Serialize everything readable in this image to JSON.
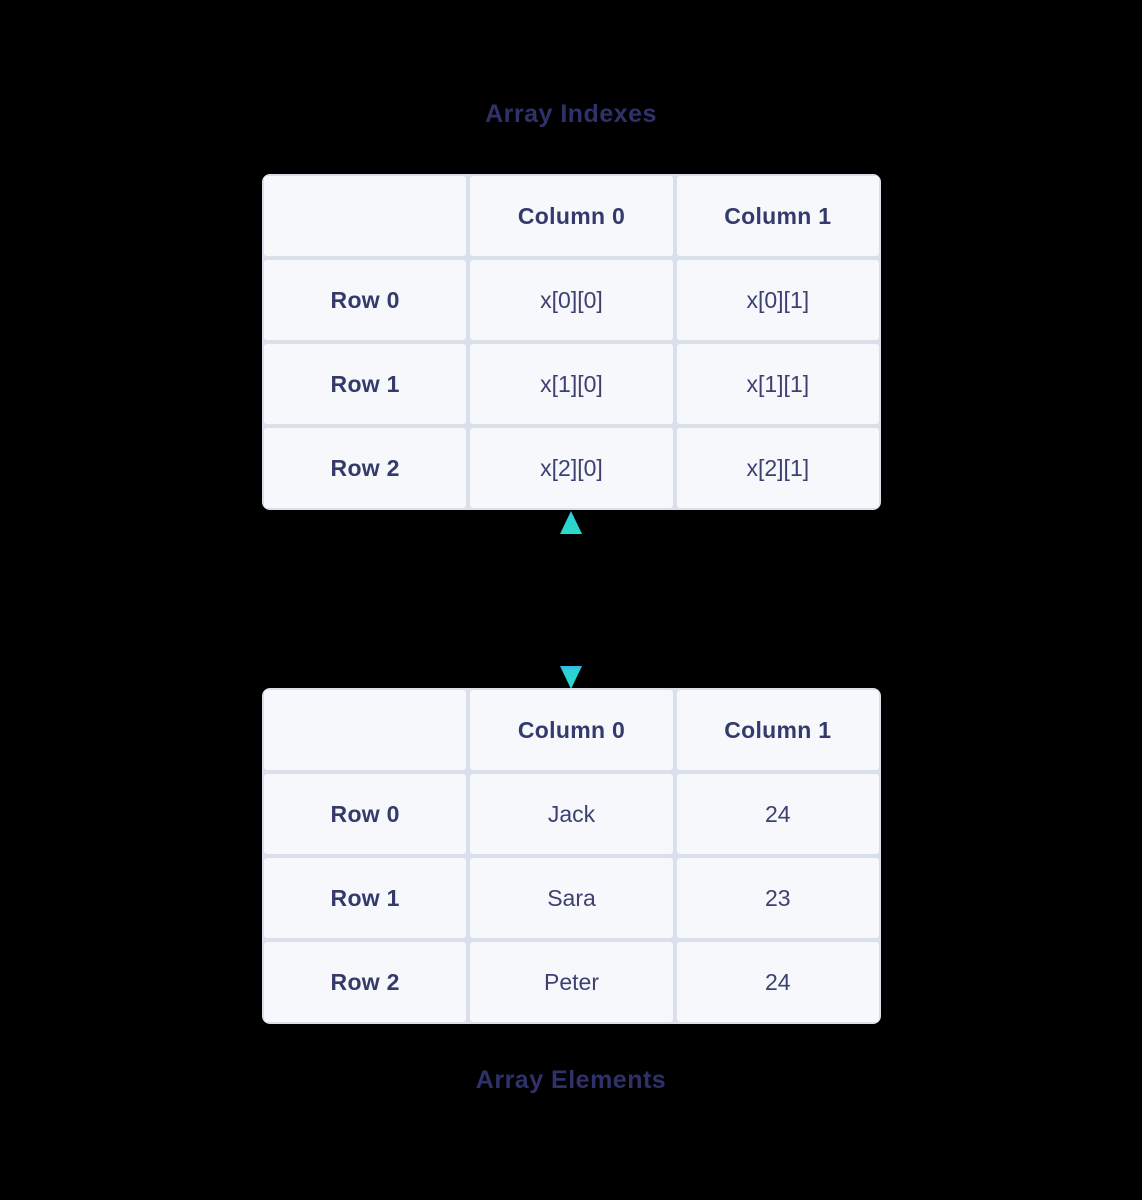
{
  "colors": {
    "background": "#000000",
    "title_text": "#2e3269",
    "cell_background": "#f6f8fc",
    "cell_border": "#d9e0ea",
    "cell_text": "#3c4172",
    "bold_text": "#343a6b",
    "arrow_top": "#35b4e8",
    "arrow_teal": "#2ad8cb"
  },
  "icons": {
    "connector": "double-headed-arrow-icon"
  },
  "top_table": {
    "title": "Array Indexes",
    "headers": [
      "",
      "Column 0",
      "Column 1"
    ],
    "rows": [
      {
        "label": "Row 0",
        "cells": [
          "x[0][0]",
          "x[0][1]"
        ]
      },
      {
        "label": "Row 1",
        "cells": [
          "x[1][0]",
          "x[1][1]"
        ]
      },
      {
        "label": "Row 2",
        "cells": [
          "x[2][0]",
          "x[2][1]"
        ]
      }
    ]
  },
  "bottom_table": {
    "title": "Array Elements",
    "headers": [
      "",
      "Column 0",
      "Column 1"
    ],
    "rows": [
      {
        "label": "Row 0",
        "cells": [
          "Jack",
          "24"
        ]
      },
      {
        "label": "Row 1",
        "cells": [
          "Sara",
          "23"
        ]
      },
      {
        "label": "Row 2",
        "cells": [
          "Peter",
          "24"
        ]
      }
    ]
  }
}
